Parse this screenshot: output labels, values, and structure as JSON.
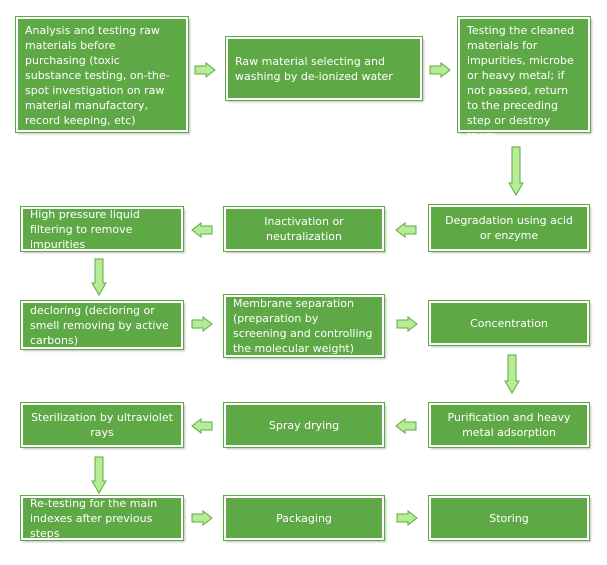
{
  "colors": {
    "box_fill": "#5fa846",
    "box_border": "#ffffff",
    "arrow_fill": "#b5ec95",
    "arrow_stroke": "#5fa846"
  },
  "steps": [
    {
      "id": "s1",
      "text": "Analysis and testing raw materials before purchasing (toxic substance testing, on-the-spot investigation on raw  material manufactory, record keeping, etc)"
    },
    {
      "id": "s2",
      "text": "Raw material selecting and washing by de-ionized water"
    },
    {
      "id": "s3",
      "text": "Testing the cleaned materials for impurities, microbe or heavy metal; if not passed, return to the preceding step or destroy them"
    },
    {
      "id": "s4",
      "text": "Degradation using acid or enzyme"
    },
    {
      "id": "s5",
      "text": "Inactivation or neutralization"
    },
    {
      "id": "s6",
      "text": "High pressure liquid filtering to remove impurities"
    },
    {
      "id": "s7",
      "text": "decloring (decloring or smell removing by active carbons)"
    },
    {
      "id": "s8",
      "text": "Membrane separation (preparation by screening and controlling the molecular weight)"
    },
    {
      "id": "s9",
      "text": "Concentration"
    },
    {
      "id": "s10",
      "text": "Purification and heavy metal adsorption"
    },
    {
      "id": "s11",
      "text": "Spray drying"
    },
    {
      "id": "s12",
      "text": "Sterilization by ultraviolet rays"
    },
    {
      "id": "s13",
      "text": "Re-testing for the main indexes after previous steps"
    },
    {
      "id": "s14",
      "text": "Packaging"
    },
    {
      "id": "s15",
      "text": "Storing"
    }
  ]
}
